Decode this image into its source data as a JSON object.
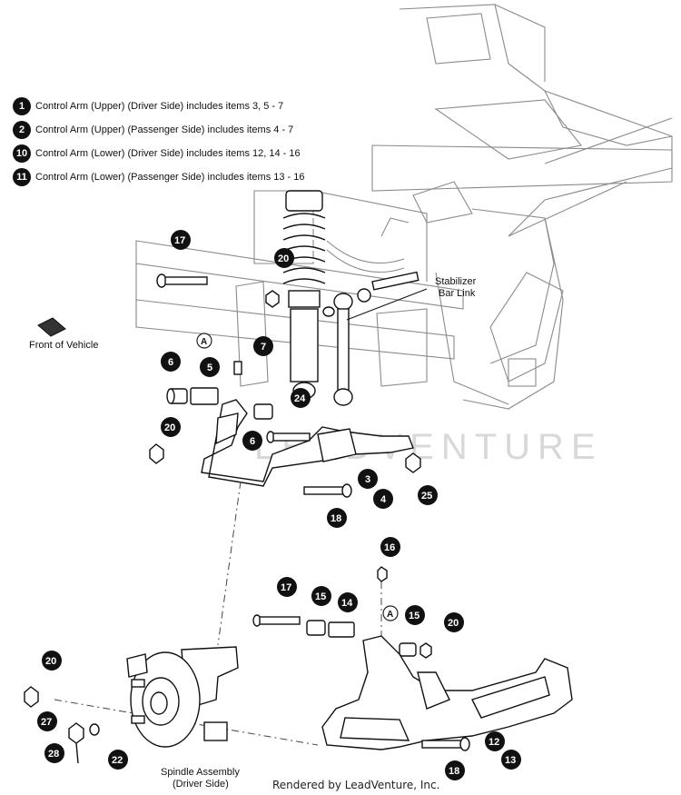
{
  "legend": [
    {
      "num": "1",
      "text": "Control Arm (Upper) (Driver Side) includes items 3, 5 - 7"
    },
    {
      "num": "2",
      "text": "Control Arm (Upper) (Passenger Side) includes items 4 - 7"
    },
    {
      "num": "10",
      "text": "Control Arm (Lower) (Driver Side) includes items 12, 14 - 16"
    },
    {
      "num": "11",
      "text": "Control Arm (Lower) (Passenger Side) includes items 13 - 16"
    }
  ],
  "labels": {
    "front_vehicle": "Front of Vehicle",
    "stabilizer_1": "Stabilizer",
    "stabilizer_2": "Bar Link",
    "spindle_1": "Spindle Assembly",
    "spindle_2": "(Driver Side)",
    "footer": "Rendered by LeadVenture, Inc.",
    "watermark": "LEADVENTURE"
  },
  "callouts": {
    "c17a": "17",
    "c20a": "20",
    "c7": "7",
    "c6a": "6",
    "c5": "5",
    "c20b": "20",
    "c6b": "6",
    "c24": "24",
    "c3": "3",
    "c4": "4",
    "c25": "25",
    "c18a": "18",
    "c16": "16",
    "c17b": "17",
    "c15a": "15",
    "c14": "14",
    "c15b": "15",
    "c20c": "20",
    "c20d": "20",
    "c27": "27",
    "c22": "22",
    "c28": "28",
    "c12": "12",
    "c13": "13",
    "c18b": "18"
  },
  "refs": {
    "refA1": "A",
    "refA2": "A"
  }
}
